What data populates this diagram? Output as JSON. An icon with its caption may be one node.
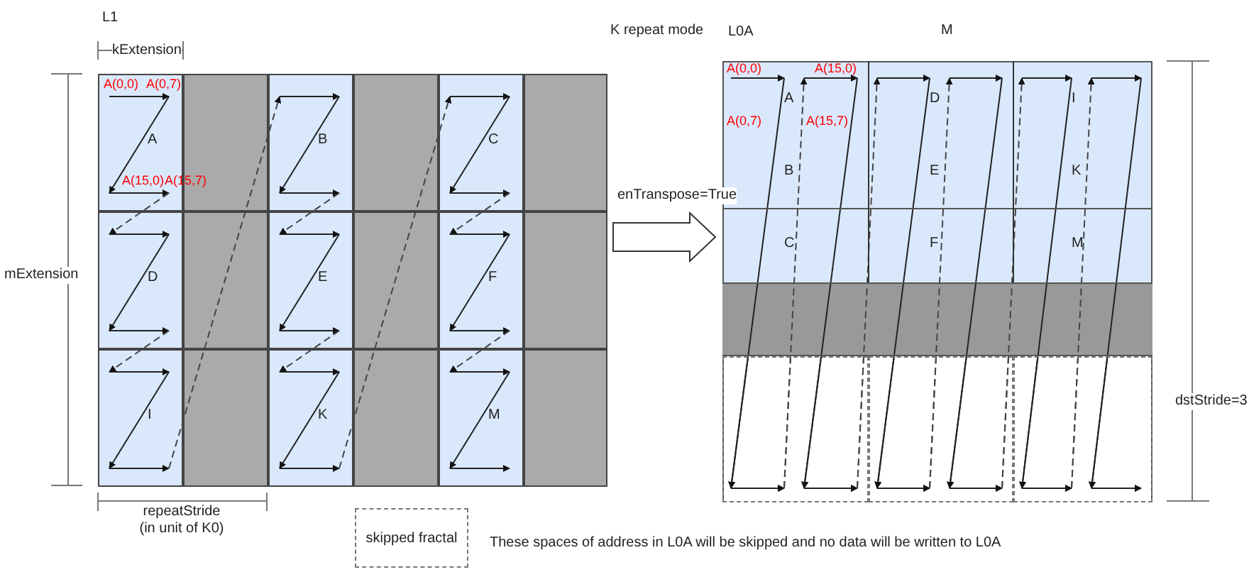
{
  "diagram": {
    "nodes": [
      {
        "text": [
          "L1"
        ]
      },
      {
        "text": [
          "A"
        ],
        "in": 0
      },
      {
        "text": [],
        "shape": "box",
        "in": 0
      },
      {
        "text": [
          "B"
        ],
        "in": 0
      },
      {
        "text": [],
        "shape": "box",
        "in": 0
      },
      {
        "text": [
          "C"
        ],
        "in": 0
      },
      {
        "text": [],
        "shape": "box",
        "in": 0
      },
      {
        "text": [
          "D"
        ],
        "in": 0
      },
      {
        "text": [],
        "shape": "box",
        "in": 0
      },
      {
        "text": [
          "E"
        ],
        "in": 0
      },
      {
        "text": [],
        "shape": "box",
        "in": 0
      },
      {
        "text": [
          "F"
        ],
        "in": 0
      },
      {
        "text": [],
        "shape": "box",
        "in": 0
      },
      {
        "text": [
          "I"
        ],
        "in": 0
      },
      {
        "text": [],
        "shape": "box",
        "in": 0
      },
      {
        "text": [
          "K"
        ],
        "in": 0
      },
      {
        "text": [],
        "shape": "box",
        "in": 0
      },
      {
        "text": [
          "M"
        ],
        "in": 0
      },
      {
        "text": [],
        "shape": "box",
        "in": 0
      },
      {
        "text": [
          "L0A"
        ]
      },
      {
        "text": [
          "A"
        ],
        "in": 19
      },
      {
        "text": [
          "D"
        ],
        "in": 19
      },
      {
        "text": [
          "I"
        ],
        "in": 19
      },
      {
        "text": [
          "B"
        ],
        "in": 19
      },
      {
        "text": [
          "E"
        ],
        "in": 19
      },
      {
        "text": [
          "K"
        ],
        "in": 19
      },
      {
        "text": [
          "C"
        ],
        "in": 19
      },
      {
        "text": [
          "F"
        ],
        "in": 19
      },
      {
        "text": [
          "M"
        ],
        "in": 19
      },
      {
        "text": [],
        "shape": "box",
        "in": 19
      },
      {
        "text": [],
        "shape": "box",
        "in": 19
      },
      {
        "text": [],
        "shape": "box",
        "in": 19
      },
      {
        "text": [],
        "shape": "box",
        "in": 19
      },
      {
        "text": [
          "skipped fractal"
        ]
      }
    ],
    "edges": [
      {
        "from": 0,
        "to": 19,
        "arrow": "to",
        "label": "enTranspose=True"
      }
    ],
    "labels": [
      "kExtension",
      "K repeat mode",
      "M",
      "A(0,0)",
      "A(0,7)",
      "A(15,0)",
      "A(15,7)",
      "A(0,0)",
      "A(15,0)",
      "A(0,7)",
      "A(15,7)",
      "mExtension",
      "dstStride=3",
      "repeatStride (in unit of K0)",
      "These spaces of address in L0A will be skipped and no data will be written to L0A"
    ]
  }
}
